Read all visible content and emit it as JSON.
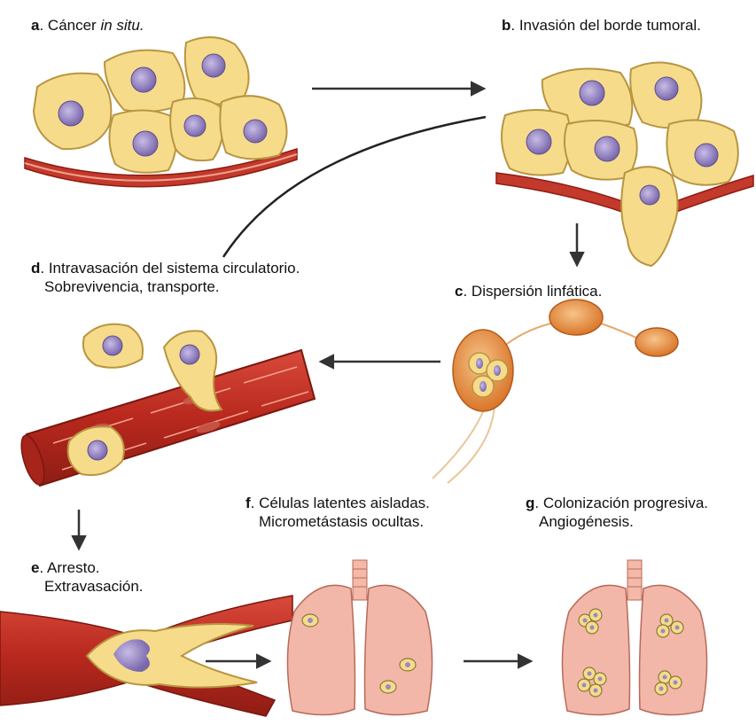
{
  "steps": {
    "a": {
      "letter": "a",
      "text": ". Cáncer ",
      "italic": "in situ."
    },
    "b": {
      "letter": "b",
      "text": ". Invasión del borde tumoral."
    },
    "c": {
      "letter": "c",
      "text": ". Dispersión linfática."
    },
    "d": {
      "letter": "d",
      "text": ". Intravasación  del sistema circulatorio.",
      "sub": "Sobrevivencia, transporte."
    },
    "e": {
      "letter": "e",
      "text": ". Arresto.",
      "sub": "Extravasación."
    },
    "f": {
      "letter": "f",
      "text": ". Células latentes aisladas.",
      "sub": "Micrometástasis ocultas."
    },
    "g": {
      "letter": "g",
      "text": ". Colonización progresiva.",
      "sub": "Angiogénesis."
    }
  },
  "colors": {
    "cell_fill": "#f6dc8a",
    "cell_stroke": "#b89540",
    "nucleus": "#9b8ac4",
    "membrane": "#c3392b",
    "vessel": "#b8281e",
    "lymph": "#e8903a",
    "lung": "#f2b7a8",
    "arrow": "#333333"
  }
}
